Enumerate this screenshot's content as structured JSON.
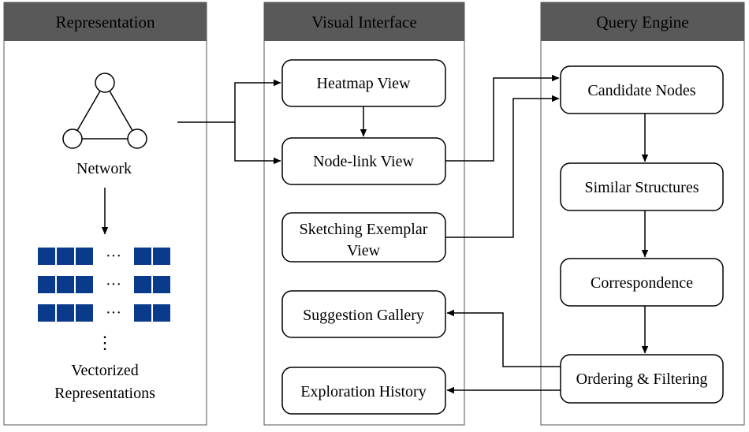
{
  "colors": {
    "header_fill": "#595959",
    "grid_blue": "#0a3a8c",
    "stroke": "#000000"
  },
  "panels": {
    "representation": {
      "title": "Representation"
    },
    "visual_interface": {
      "title": "Visual Interface"
    },
    "query_engine": {
      "title": "Query Engine"
    }
  },
  "representation": {
    "network_label": "Network",
    "vectorized_label_line1": "Vectorized",
    "vectorized_label_line2": "Representations",
    "ellipsis": "···",
    "vertical_ellipsis": "⋮"
  },
  "visual_interface": {
    "heatmap_view": "Heatmap View",
    "node_link_view": "Node-link View",
    "sketching_line1": "Sketching Exemplar",
    "sketching_line2": "View",
    "suggestion_gallery": "Suggestion Gallery",
    "exploration_history": "Exploration History"
  },
  "query_engine": {
    "candidate_nodes": "Candidate Nodes",
    "similar_structures": "Similar Structures",
    "correspondence": "Correspondence",
    "ordering_filtering": "Ordering & Filtering"
  }
}
